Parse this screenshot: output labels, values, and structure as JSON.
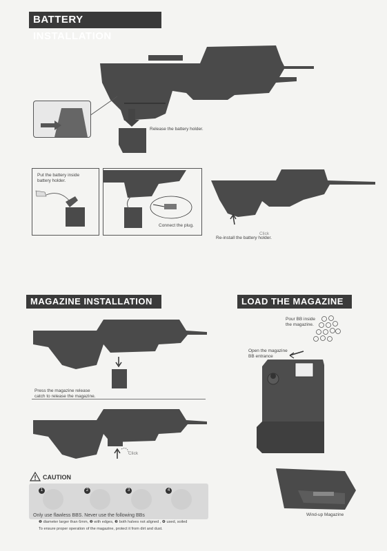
{
  "battery_section": {
    "title": "BATTERY INSTALLATION",
    "step1_text": "Release the battery holder.",
    "step2_text_line1": "Put the battery inside",
    "step2_text_line2": "battery holder.",
    "step3_text": "Connect the plug.",
    "step4_click": "Click",
    "step4_text": "Re-install the battery holder."
  },
  "magazine_section": {
    "title": "MAGAZINE INSTALLATION",
    "step1_text_line1": "Press the magazine release",
    "step1_text_line2": "catch to release the magazine.",
    "step2_click": "Click"
  },
  "load_section": {
    "title": "LOAD THE MAGAZINE",
    "pour_line1": "Pour BB inside",
    "pour_line2": "the magazine.",
    "open_line1": "Open the magazine",
    "open_line2": "BB entrance",
    "windup_label": "Wind-up Magazine"
  },
  "caution": {
    "title": "CAUTION",
    "bubbles": [
      "1",
      "2",
      "3",
      "4"
    ],
    "line1": "Only use flawless BBS. Never use the following BBs",
    "line2": "❶ diameter larger than 6mm,  ❷ with edges,  ❸ both halves not aligned ,  ❹ used, soiled",
    "line3": "To ensure proper operation of the magazine, protect it from dirt and dust."
  }
}
